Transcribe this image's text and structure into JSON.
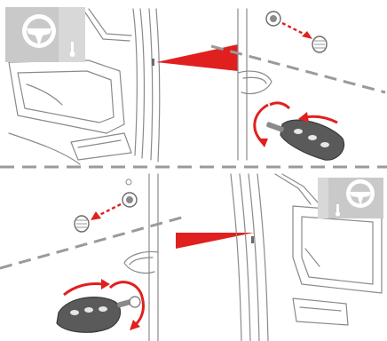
{
  "figure": {
    "kind": "manual-illustration",
    "panels": [
      {
        "id": "top",
        "badge_icon": "steering-wheel-icon",
        "side": "left",
        "steps": [
          "pull-out-door-cap",
          "insert-key-and-turn"
        ]
      },
      {
        "id": "bottom",
        "badge_icon": "steering-wheel-icon",
        "side": "right",
        "steps": [
          "pull-out-door-cap",
          "insert-key-and-turn"
        ]
      }
    ],
    "colors": {
      "accent_red": "#e0201f",
      "line_gray": "#7a7a7a",
      "badge_gray": "#c9c9c9",
      "divider_gray": "#9a9a9a"
    }
  }
}
